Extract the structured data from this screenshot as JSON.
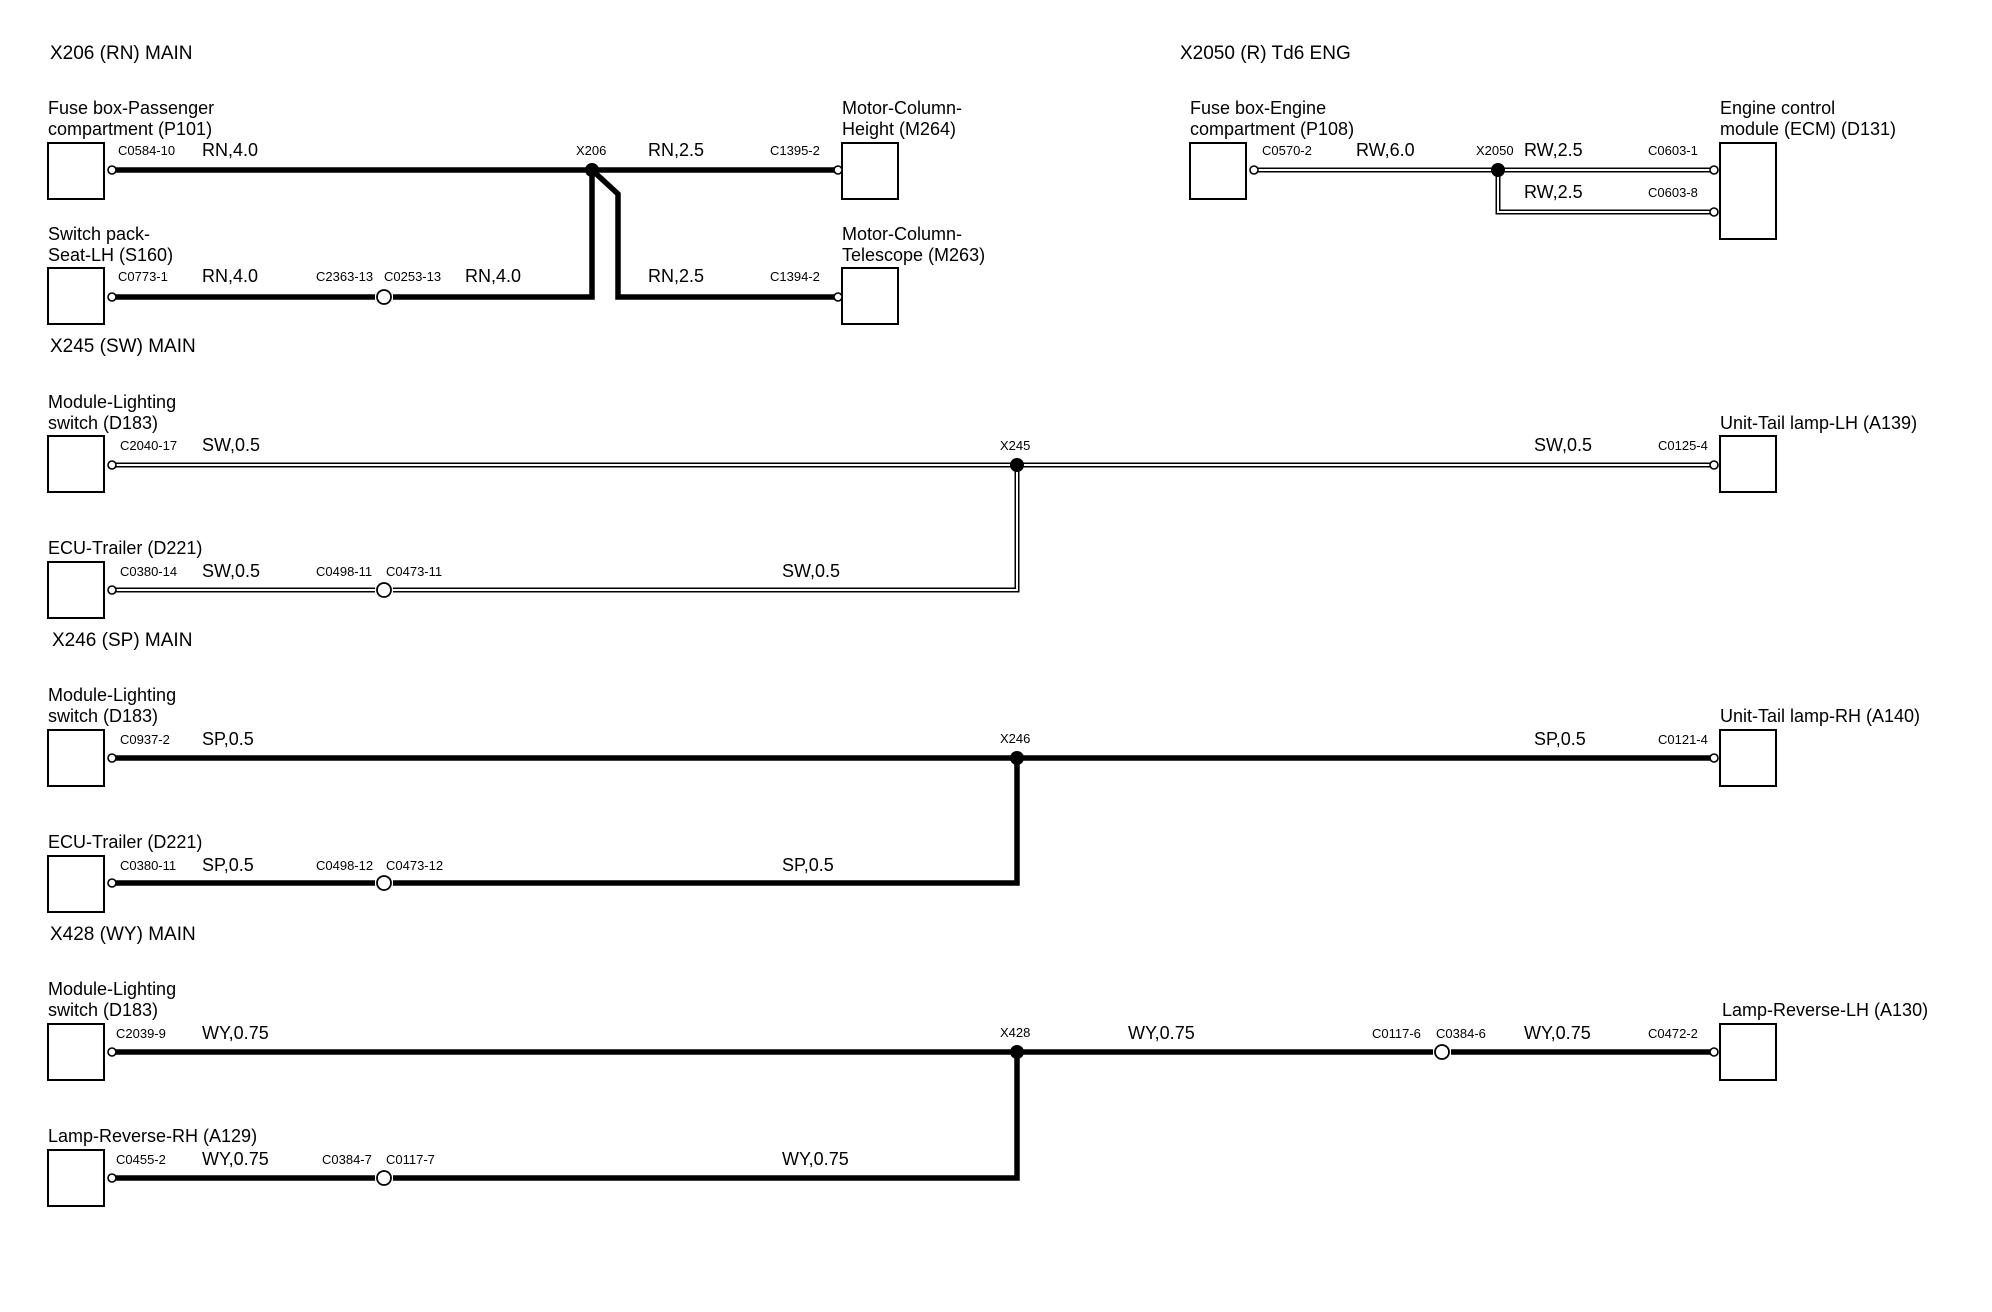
{
  "circuits": {
    "x206": {
      "title": "X206 (RN) MAIN",
      "fuse_box": [
        "Fuse box-Passenger",
        "compartment (P101)"
      ],
      "switch_pack": [
        "Switch pack-",
        "Seat-LH (S160)"
      ],
      "motor_height": [
        "Motor-Column-",
        "Height (M264)"
      ],
      "motor_telescope": [
        "Motor-Column-",
        "Telescope (M263)"
      ],
      "splice": "X206",
      "c_fuse": "C0584-10",
      "w_fuse": "RN,4.0",
      "c_switch": "C0773-1",
      "w_switch": "RN,4.0",
      "c_inline_a": "C2363-13",
      "c_inline_b": "C0253-13",
      "w_inline": "RN,4.0",
      "w_height": "RN,2.5",
      "c_height": "C1395-2",
      "w_telescope": "RN,2.5",
      "c_telescope": "C1394-2"
    },
    "x2050": {
      "title": "X2050 (R) Td6 ENG",
      "fuse_box": [
        "Fuse box-Engine",
        "compartment (P108)"
      ],
      "ecm": [
        "Engine control",
        "module (ECM) (D131)"
      ],
      "splice": "X2050",
      "c_fuse": "C0570-2",
      "w_fuse": "RW,6.0",
      "w_ecm1": "RW,2.5",
      "c_ecm1": "C0603-1",
      "w_ecm2": "RW,2.5",
      "c_ecm2": "C0603-8"
    },
    "x245": {
      "title": "X245 (SW) MAIN",
      "module": [
        "Module-Lighting",
        "switch (D183)"
      ],
      "tail": "Unit-Tail lamp-LH (A139)",
      "trailer": "ECU-Trailer (D221)",
      "splice": "X245",
      "c_module": "C2040-17",
      "w_module": "SW,0.5",
      "w_tail": "SW,0.5",
      "c_tail": "C0125-4",
      "c_trailer": "C0380-14",
      "w_trailer": "SW,0.5",
      "c_inline_a": "C0498-11",
      "c_inline_b": "C0473-11",
      "w_return": "SW,0.5"
    },
    "x246": {
      "title": "X246 (SP) MAIN",
      "module": [
        "Module-Lighting",
        "switch (D183)"
      ],
      "tail": "Unit-Tail lamp-RH (A140)",
      "trailer": "ECU-Trailer (D221)",
      "splice": "X246",
      "c_module": "C0937-2",
      "w_module": "SP,0.5",
      "w_tail": "SP,0.5",
      "c_tail": "C0121-4",
      "c_trailer": "C0380-11",
      "w_trailer": "SP,0.5",
      "c_inline_a": "C0498-12",
      "c_inline_b": "C0473-12",
      "w_return": "SP,0.5"
    },
    "x428": {
      "title": "X428 (WY) MAIN",
      "module": [
        "Module-Lighting",
        "switch (D183)"
      ],
      "lamp_lh": "Lamp-Reverse-LH (A130)",
      "lamp_rh": "Lamp-Reverse-RH (A129)",
      "splice": "X428",
      "c_module": "C2039-9",
      "w_module": "WY,0.75",
      "w_mid": "WY,0.75",
      "c_inline_a": "C0117-6",
      "c_inline_b": "C0384-6",
      "w_lh": "WY,0.75",
      "c_lh": "C0472-2",
      "c_rh": "C0455-2",
      "w_rh": "WY,0.75",
      "c_inline_c": "C0384-7",
      "c_inline_d": "C0117-7",
      "w_return": "WY,0.75"
    }
  }
}
